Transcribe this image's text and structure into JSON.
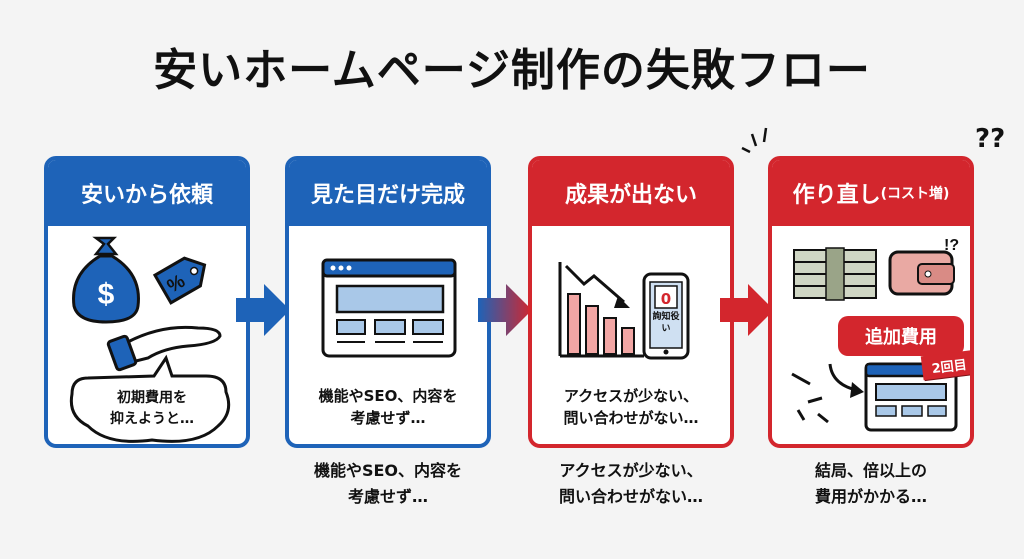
{
  "title": "安いホームページ制作の失敗フロー",
  "colors": {
    "blue": "#1e63b8",
    "red": "#d3262d",
    "dark": "#111111"
  },
  "steps": [
    {
      "heading": "安いから依頼",
      "bubble_line1": "初期費用を",
      "bubble_line2": "抑えようと…",
      "icons": [
        "money-bag-icon",
        "price-tag-icon",
        "hand-icon"
      ]
    },
    {
      "heading": "見た目だけ完成",
      "body_line1": "機能やSEO、内容を",
      "body_line2": "考慮せず…",
      "below_line1": "機能やSEO、内容を",
      "below_line2": "考慮せず…",
      "icons": [
        "browser-window-icon"
      ]
    },
    {
      "heading": "成果が出ない",
      "phone_value": "0",
      "phone_caption_line1": "詢知役",
      "phone_caption_line2": "い",
      "body_line1": "アクセスが少ない、",
      "body_line2": "問い合わせがない…",
      "below_line1": "アクセスが少ない、",
      "below_line2": "問い合わせがない…",
      "icons": [
        "declining-bar-chart-icon",
        "smartphone-icon"
      ]
    },
    {
      "heading_main": "作り直し",
      "heading_sub": "(コスト増)",
      "badge_extra": "追加費用",
      "badge_second": "2回目",
      "exclaim": "!?",
      "below_line1": "結局、倍以上の",
      "below_line2": "費用がかかる…",
      "icons": [
        "money-stack-icon",
        "wallet-icon",
        "browser-window-icon",
        "broken-pieces-icon"
      ]
    }
  ],
  "decor": {
    "question_marks": "??"
  }
}
